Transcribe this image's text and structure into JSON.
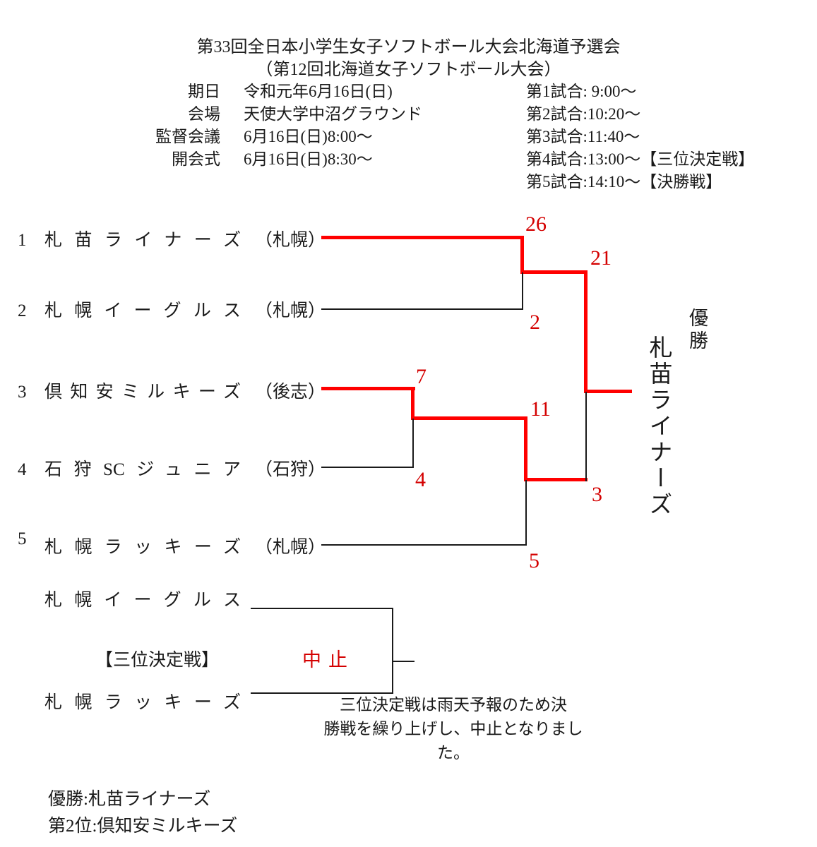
{
  "header": {
    "title": "第33回全日本小学生女子ソフトボール大会北海道予選会",
    "subtitle": "（第12回北海道女子ソフトボール大会）",
    "info": [
      {
        "label": "期日",
        "value": "令和元年6月16日(日)"
      },
      {
        "label": "会場",
        "value": "天使大学中沼グラウンド"
      },
      {
        "label": "監督会議",
        "value": "6月16日(日)8:00～"
      },
      {
        "label": "開会式",
        "value": "6月16日(日)8:30～"
      }
    ],
    "schedule": [
      "第1試合: 9:00～",
      "第2試合:10:20～",
      "第3試合:11:40～",
      "第4試合:13:00～【三位決定戦】",
      "第5試合:14:10～【決勝戦】"
    ]
  },
  "bracket": {
    "teams": [
      {
        "seed": "1",
        "name": "札苗ライナーズ",
        "region": "（札幌）"
      },
      {
        "seed": "2",
        "name": "札幌イーグルス",
        "region": "（札幌）"
      },
      {
        "seed": "3",
        "name": "倶知安ミルキーズ",
        "region": "（後志）"
      },
      {
        "seed": "4",
        "name": "石狩SCジュニア",
        "region": "（石狩）"
      },
      {
        "seed": "5",
        "name": "札幌ラッキーズ",
        "region": "（札幌）"
      }
    ],
    "scores": {
      "m1_top": "26",
      "m1_bottom": "2",
      "m2_top": "7",
      "m2_bottom": "4",
      "m3_top": "11",
      "m3_bottom": "5",
      "final_top": "21",
      "final_bottom": "3"
    },
    "champion_label": "優勝",
    "champion_name": "札苗ライナーズ"
  },
  "third_place": {
    "team_top": "札幌イーグルス",
    "label": "【三位決定戦】",
    "status": "中止",
    "team_bottom": "札幌ラッキーズ",
    "note_lines": [
      "三位決定戦は雨天予報のため決",
      "勝戦を繰り上げし、中止となりまし",
      "た。"
    ]
  },
  "results": {
    "first": "優勝:札苗ライナーズ",
    "second": "第2位:倶知安ミルキーズ"
  },
  "colors": {
    "winner_line": "#ff0000",
    "score_red": "#d40000",
    "line_black": "#1a1a1a"
  }
}
